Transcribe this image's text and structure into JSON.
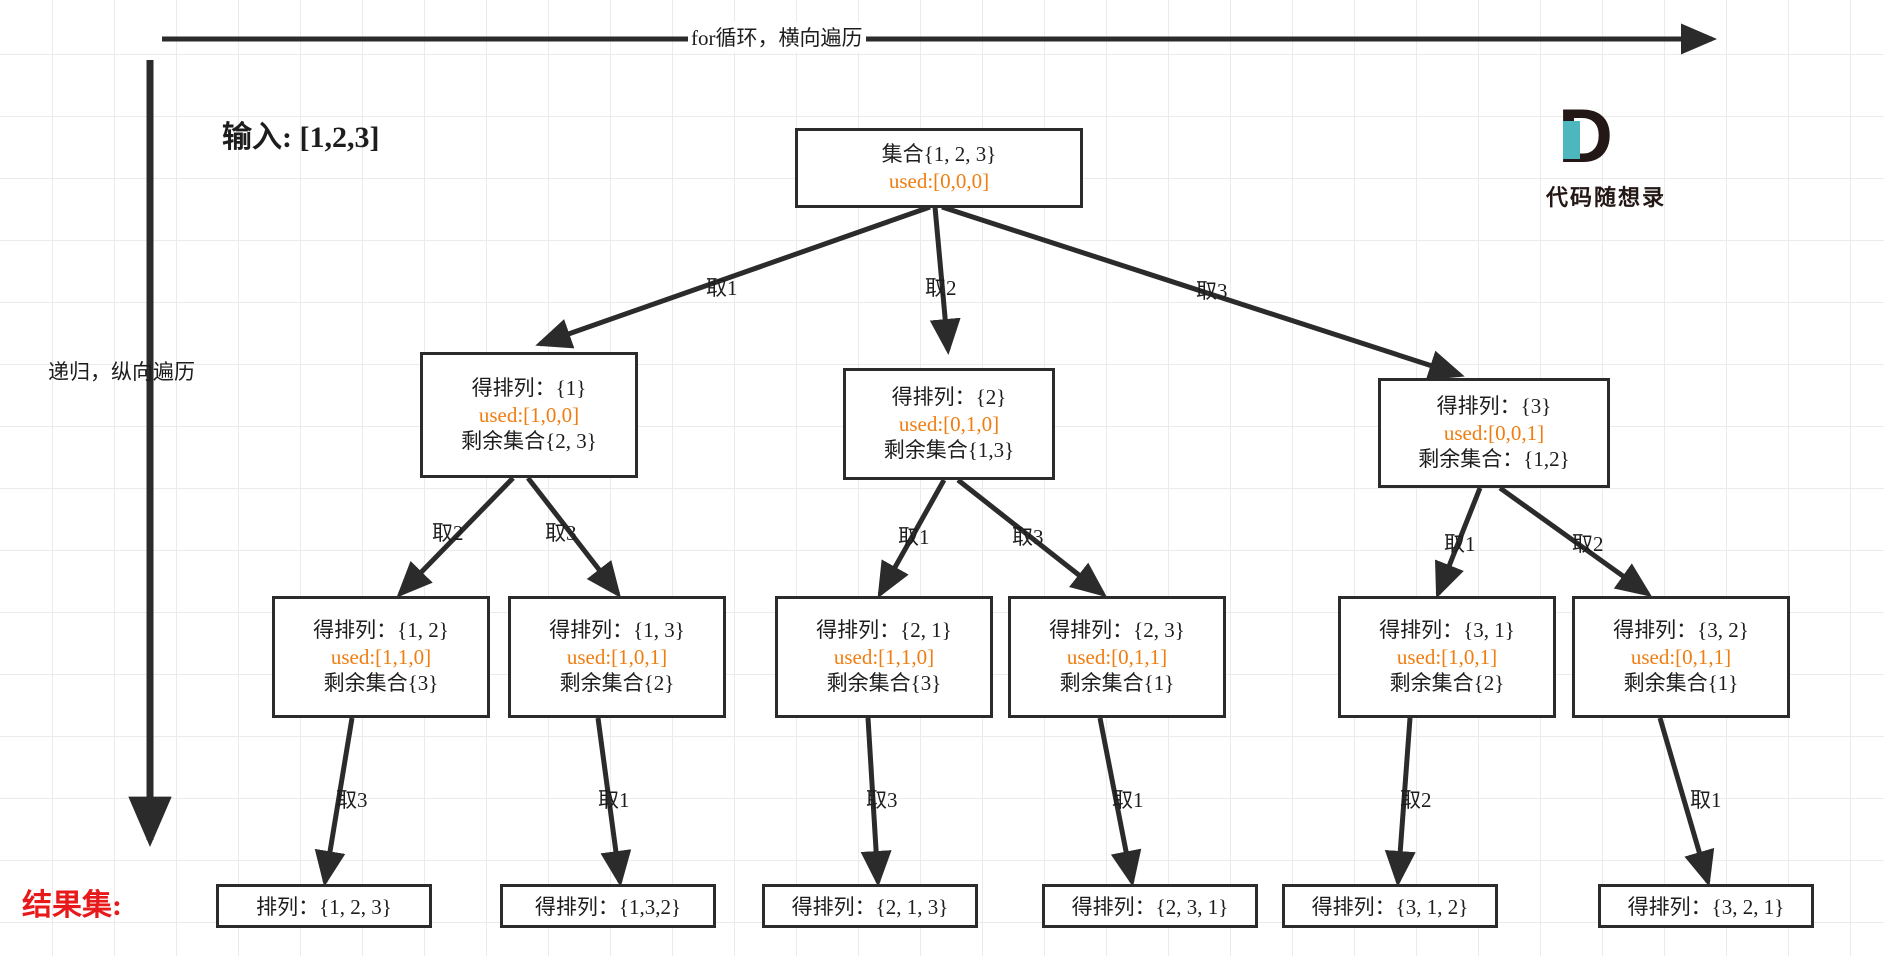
{
  "title": "回溯算法 全排列 树形结构",
  "colors": {
    "used_orange": "#f07d10",
    "result_red": "#e8191a",
    "line_dark": "#2b2b2b",
    "logo_teal": "#4cb8bd",
    "logo_dark": "#231815",
    "grid": "#eceaea"
  },
  "axes": {
    "horizontal_label": "for循环，横向遍历",
    "vertical_label": "递归，纵向遍历"
  },
  "input_label": "输入: [1,2,3]",
  "result_label": "结果集:",
  "logo": {
    "mark": "D",
    "text": "代码随想录"
  },
  "tree": {
    "root": {
      "lines": [
        "集合{1, 2, 3}",
        "used:[0,0,0]"
      ],
      "used_line_index": 1
    },
    "level2": [
      {
        "lines": [
          "得排列：{1}",
          "used:[1,0,0]",
          "剩余集合{2, 3}"
        ],
        "used_line_index": 1
      },
      {
        "lines": [
          "得排列：{2}",
          "used:[0,1,0]",
          "剩余集合{1,3}"
        ],
        "used_line_index": 1
      },
      {
        "lines": [
          "得排列：{3}",
          "used:[0,0,1]",
          "剩余集合：{1,2}"
        ],
        "used_line_index": 1
      }
    ],
    "level3": [
      {
        "lines": [
          "得排列：{1, 2}",
          "used:[1,1,0]",
          "剩余集合{3}"
        ],
        "used_line_index": 1
      },
      {
        "lines": [
          "得排列：{1, 3}",
          "used:[1,0,1]",
          "剩余集合{2}"
        ],
        "used_line_index": 1
      },
      {
        "lines": [
          "得排列：{2, 1}",
          "used:[1,1,0]",
          "剩余集合{3}"
        ],
        "used_line_index": 1
      },
      {
        "lines": [
          "得排列：{2, 3}",
          "used:[0,1,1]",
          "剩余集合{1}"
        ],
        "used_line_index": 1
      },
      {
        "lines": [
          "得排列：{3, 1}",
          "used:[1,0,1]",
          "剩余集合{2}"
        ],
        "used_line_index": 1
      },
      {
        "lines": [
          "得排列：{3, 2}",
          "used:[0,1,1]",
          "剩余集合{1}"
        ],
        "used_line_index": 1
      }
    ],
    "results": [
      "排列：{1, 2, 3}",
      "得排列：{1,3,2}",
      "得排列：{2, 1, 3}",
      "得排列：{2, 3, 1}",
      "得排列：{3, 1, 2}",
      "得排列：{3, 2, 1}"
    ],
    "edge_labels_level1": [
      "取1",
      "取2",
      "取3"
    ],
    "edge_labels_level2": [
      "取2",
      "取3",
      "取1",
      "取3",
      "取1",
      "取2"
    ],
    "edge_labels_level3": [
      "取3",
      "取1",
      "取3",
      "取1",
      "取2",
      "取1"
    ]
  }
}
